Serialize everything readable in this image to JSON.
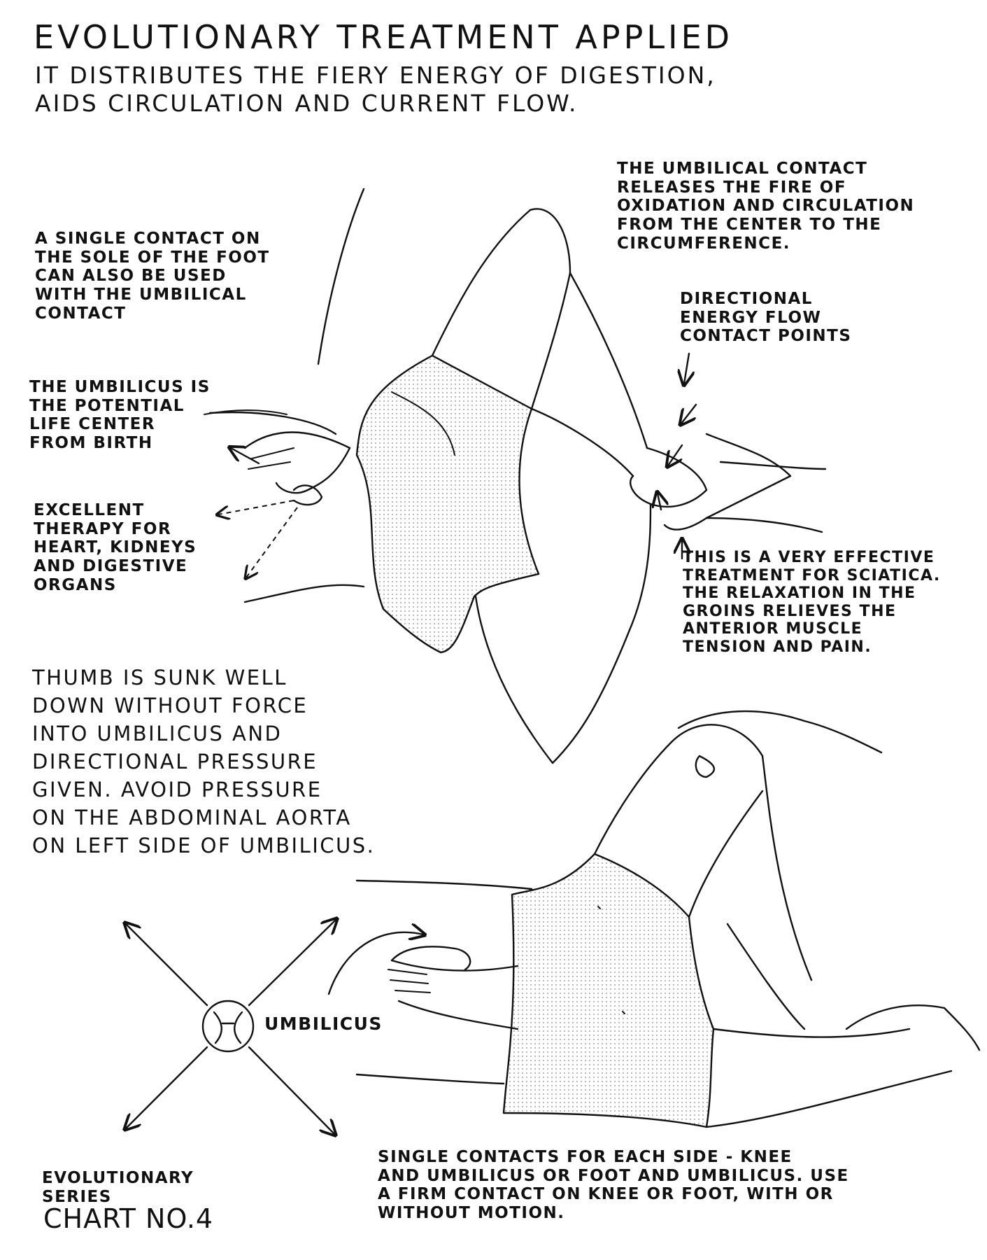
{
  "title": "EVOLUTIONARY TREATMENT APPLIED",
  "subtitle": "IT DISTRIBUTES THE FIERY ENERGY OF DIGESTION,\nAIDS CIRCULATION AND CURRENT FLOW.",
  "notes": {
    "umbilical_contact": "THE UMBILICAL CONTACT\nRELEASES THE FIRE OF\nOXIDATION AND CIRCULATION\nFROM THE CENTER TO THE\nCIRCUMFERENCE.",
    "single_contact": "A SINGLE CONTACT ON\nTHE SOLE OF THE FOOT\nCAN ALSO BE USED\nWITH THE UMBILICAL\nCONTACT",
    "directional": "DIRECTIONAL\nENERGY FLOW\nCONTACT POINTS",
    "umbilicus_center": "THE UMBILICUS IS\nTHE POTENTIAL\nLIFE CENTER\nFROM BIRTH",
    "excellent_therapy": "EXCELLENT\nTHERAPY FOR\nHEART, KIDNEYS\nAND DIGESTIVE\nORGANS",
    "sciatica": "THIS IS A VERY EFFECTIVE\nTREATMENT FOR SCIATICA.\nTHE RELAXATION IN THE\nGROINS RELIEVES THE\nANTERIOR MUSCLE\nTENSION AND PAIN.",
    "thumb": "THUMB IS SUNK WELL\nDOWN WITHOUT FORCE\nINTO UMBILICUS AND\nDIRECTIONAL PRESSURE\nGIVEN. AVOID PRESSURE\nON THE ABDOMINAL AORTA\nON LEFT SIDE OF UMBILICUS.",
    "single_contacts": "SINGLE CONTACTS FOR EACH SIDE - KNEE\nAND UMBILICUS OR FOOT AND UMBILICUS. USE\nA FIRM CONTACT ON KNEE OR FOOT, WITH OR\nWITHOUT MOTION."
  },
  "umbilicus_label": "UMBILICUS",
  "series": "EVOLUTIONARY\nSERIES",
  "chart_no": "CHART NO.4"
}
